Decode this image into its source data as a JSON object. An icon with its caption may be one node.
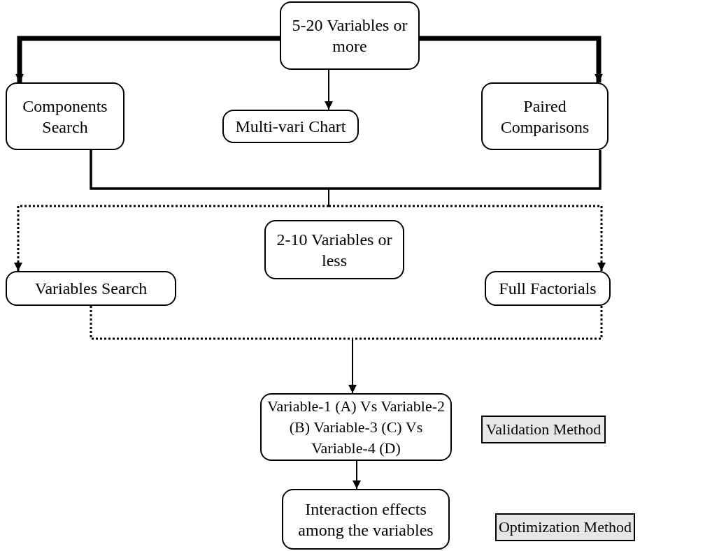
{
  "diagram": {
    "nodes": [
      {
        "text": [
          "5-20 Variables or more"
        ]
      },
      {
        "text": [
          "Components Search"
        ]
      },
      {
        "text": [
          "Multi-vari Chart"
        ]
      },
      {
        "text": [
          "Paired Comparisons"
        ]
      },
      {
        "text": [
          "Variables Search"
        ]
      },
      {
        "text": [
          "2-10 Variables or less"
        ]
      },
      {
        "text": [
          "Full Factorials"
        ]
      },
      {
        "text": [
          "Variable-1 (A) Vs Variable-2 (B) Variable-3 (C) Vs Variable-4 (D)"
        ]
      },
      {
        "text": [
          "Validation Method"
        ]
      },
      {
        "text": [
          "Interaction effects among the variables"
        ]
      },
      {
        "text": [
          "Optimization Method"
        ]
      }
    ],
    "edges": [
      {
        "from": 0,
        "to": 1,
        "arrow": "to",
        "style": "thick"
      },
      {
        "from": 0,
        "to": 2,
        "arrow": "to"
      },
      {
        "from": 0,
        "to": 3,
        "arrow": "to",
        "style": "thick"
      },
      {
        "from": 1,
        "to": 4,
        "arrow": "to",
        "style": "dashed"
      },
      {
        "from": 1,
        "to": 6,
        "arrow": "to",
        "style": "dashed"
      },
      {
        "from": 3,
        "to": 4,
        "arrow": "to",
        "style": "dashed"
      },
      {
        "from": 3,
        "to": 6,
        "arrow": "to",
        "style": "dashed"
      },
      {
        "from": 4,
        "to": 7,
        "arrow": "to",
        "style": "dashed"
      },
      {
        "from": 6,
        "to": 7,
        "arrow": "to",
        "style": "dashed"
      },
      {
        "from": 7,
        "to": 9,
        "arrow": "to"
      }
    ]
  }
}
